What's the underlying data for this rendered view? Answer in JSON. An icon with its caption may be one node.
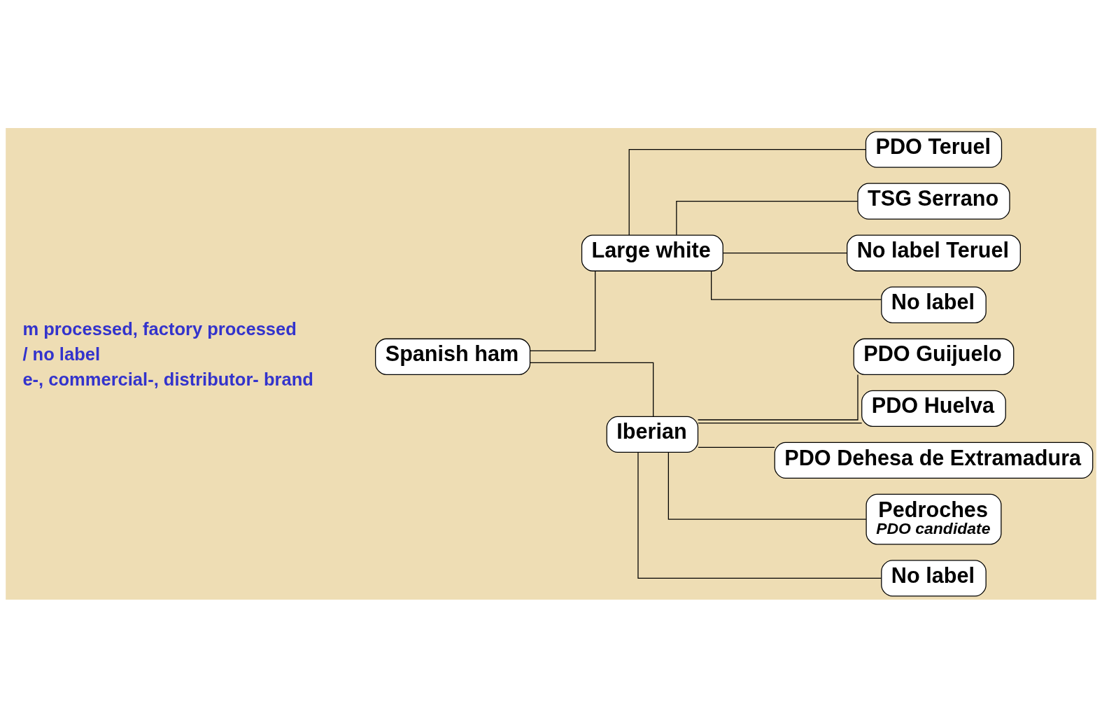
{
  "diagram": {
    "nodes": [
      {
        "text": [
          "Spanish ham"
        ]
      },
      {
        "text": [
          "Large white"
        ]
      },
      {
        "text": [
          "Iberian"
        ]
      },
      {
        "text": [
          "PDO Teruel"
        ]
      },
      {
        "text": [
          "TSG Serrano"
        ]
      },
      {
        "text": [
          "No label Teruel"
        ]
      },
      {
        "text": [
          "No label"
        ]
      },
      {
        "text": [
          "PDO Guijuelo"
        ]
      },
      {
        "text": [
          "PDO Huelva"
        ]
      },
      {
        "text": [
          "PDO Dehesa de Extramadura"
        ]
      },
      {
        "text": [
          "Pedroches",
          "PDO candidate"
        ]
      },
      {
        "text": [
          "No label"
        ]
      }
    ],
    "edges": [
      {
        "from": 0,
        "to": 1,
        "arrow": "none"
      },
      {
        "from": 0,
        "to": 2,
        "arrow": "none"
      },
      {
        "from": 1,
        "to": 3,
        "arrow": "none"
      },
      {
        "from": 1,
        "to": 4,
        "arrow": "none"
      },
      {
        "from": 1,
        "to": 5,
        "arrow": "none"
      },
      {
        "from": 1,
        "to": 6,
        "arrow": "none"
      },
      {
        "from": 2,
        "to": 7,
        "arrow": "none"
      },
      {
        "from": 2,
        "to": 8,
        "arrow": "none"
      },
      {
        "from": 2,
        "to": 9,
        "arrow": "none"
      },
      {
        "from": 2,
        "to": 10,
        "arrow": "none"
      },
      {
        "from": 2,
        "to": 11,
        "arrow": "none"
      }
    ],
    "labels": [
      "m processed, factory processed",
      "/ no label",
      "e-, commercial-, distributor- brand"
    ]
  }
}
